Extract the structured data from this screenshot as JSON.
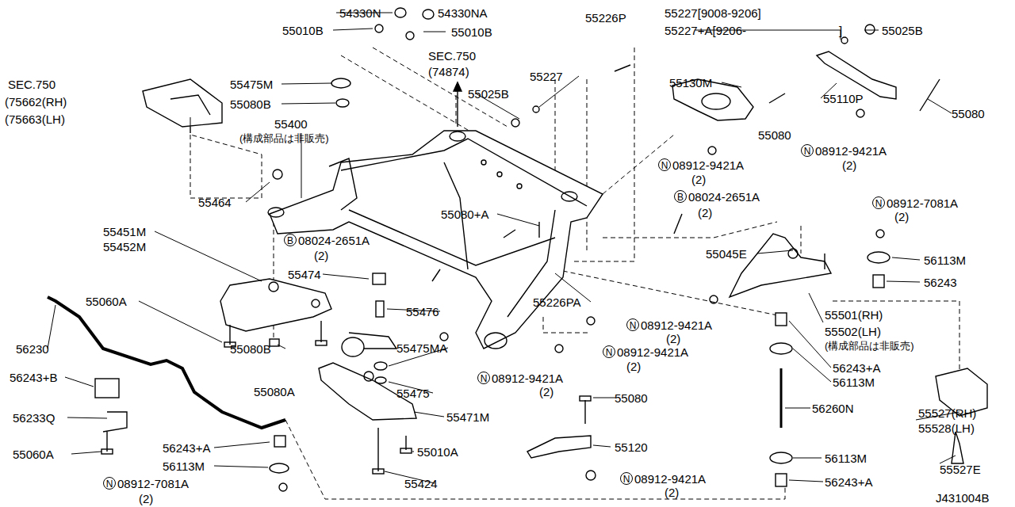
{
  "diagram": {
    "labels": [
      "54330N",
      "54330NA",
      "55010B",
      "55010B",
      "55226P",
      "55227[9008-9206]",
      "55227+A[9206-",
      "]",
      "55025B",
      "SEC.750",
      "(74874)",
      "55227",
      "55475M",
      "55130M",
      "55110P",
      "SEC.750",
      "(75662(RH)",
      "(75663(LH)",
      "55025B",
      "55080B",
      "55400",
      "(構成部品は非販売)",
      "55080",
      "55080",
      "N",
      "08912-9421A",
      "(2)",
      "N",
      "08912-9421A",
      "(2)",
      "55464",
      "55080+A",
      "B",
      "08024-2651A",
      "(2)",
      "N",
      "08912-7081A",
      "(2)",
      "55451M",
      "55452M",
      "B",
      "08024-2651A",
      "(2)",
      "55045E",
      "56113M",
      "55474",
      "56243",
      "55226PA",
      "55060A",
      "55476",
      "55501(RH)",
      "55502(LH)",
      "(構成部品は非販売)",
      "N",
      "08912-9421A",
      "(2)",
      "56230",
      "N",
      "08912-9421A",
      "(2)",
      "55080B",
      "55475MA",
      "56243+A",
      "56243+B",
      "N",
      "08912-9421A",
      "(2)",
      "55080A",
      "55475",
      "56113M",
      "55080",
      "55471M",
      "56260N",
      "56233Q",
      "55527(RH)",
      "55528(LH)",
      "56243+A",
      "55010A",
      "55120",
      "55060A",
      "56113M",
      "55527E",
      "56113M",
      "N",
      "08912-7081A",
      "(2)",
      "55424",
      "N",
      "08912-9421A",
      "(2)",
      "56243+A",
      "J431004B"
    ]
  }
}
